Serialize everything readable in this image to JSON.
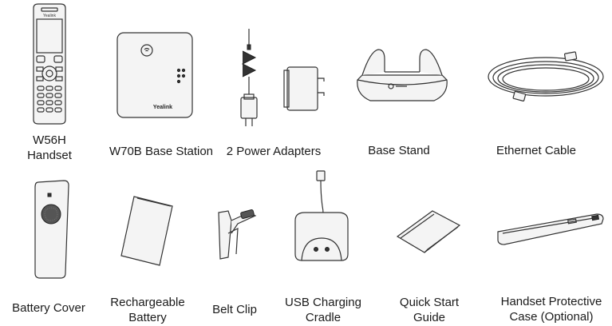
{
  "items": [
    {
      "id": "handset",
      "lines": [
        "W56H",
        "Handset"
      ],
      "logo": "Yealink"
    },
    {
      "id": "base-station",
      "lines": [
        "W70B Base Station"
      ],
      "logo": "Yealink"
    },
    {
      "id": "power-adapters",
      "lines": [
        "2 Power Adapters"
      ]
    },
    {
      "id": "base-stand",
      "lines": [
        "Base Stand"
      ]
    },
    {
      "id": "ethernet-cable",
      "lines": [
        "Ethernet Cable"
      ]
    },
    {
      "id": "battery-cover",
      "lines": [
        "Battery Cover"
      ]
    },
    {
      "id": "rechargeable-battery",
      "lines": [
        "Rechargeable",
        "Battery"
      ]
    },
    {
      "id": "belt-clip",
      "lines": [
        "Belt Clip"
      ]
    },
    {
      "id": "usb-charging-cradle",
      "lines": [
        "USB Charging",
        "Cradle"
      ]
    },
    {
      "id": "quick-start-guide",
      "lines": [
        "Quick Start",
        "Guide"
      ]
    },
    {
      "id": "handset-protective-case",
      "lines": [
        "Handset Protective",
        "Case (Optional)"
      ]
    }
  ]
}
